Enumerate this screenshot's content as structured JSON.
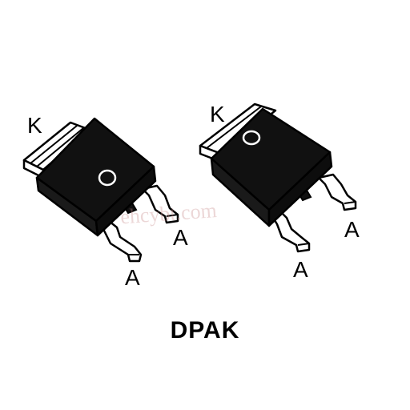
{
  "package": {
    "title": "DPAK"
  },
  "left_component": {
    "cathode_label": "K",
    "anode_label_1": "A",
    "anode_label_2": "A"
  },
  "right_component": {
    "cathode_label": "K",
    "anode_label_1": "A",
    "anode_label_2": "A"
  },
  "watermark": {
    "text": "ehcybt.com"
  },
  "colors": {
    "body": "#111111",
    "outline": "#000000",
    "tab": "#ffffff",
    "background": "#ffffff"
  }
}
